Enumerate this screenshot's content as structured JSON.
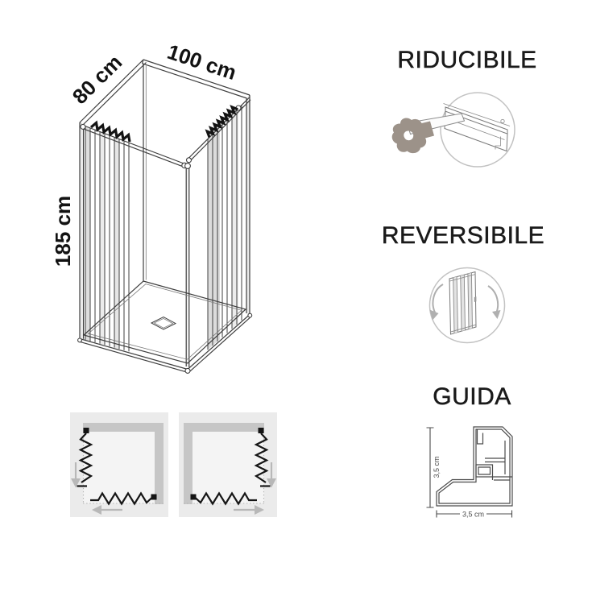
{
  "drawing": {
    "width_label": "100 cm",
    "depth_label": "80 cm",
    "height_label": "185 cm"
  },
  "features": [
    {
      "label": "RIDUCIBILE",
      "icon": "handsaw-cutting-profile-icon"
    },
    {
      "label": "REVERSIBILE",
      "icon": "reversible-folding-door-icon"
    },
    {
      "label": "GUIDA",
      "icon": "floor-guide-profile-section"
    }
  ],
  "guide_section": {
    "height_label": "3,5 cm",
    "width_label": "3,5 cm"
  },
  "config_diagrams": [
    {
      "name": "corner-entry-opening-left",
      "wall_sides": [
        "top",
        "right"
      ],
      "door_sides": [
        "left",
        "bottom"
      ],
      "arrow_directions": [
        "down",
        "left"
      ]
    },
    {
      "name": "corner-entry-opening-right",
      "wall_sides": [
        "top",
        "left"
      ],
      "door_sides": [
        "right",
        "bottom"
      ],
      "arrow_directions": [
        "down",
        "right"
      ]
    }
  ],
  "colors": {
    "line": "#3f3f3f",
    "heading_text": "#1a1a1a",
    "wall_gray": "#c6c6c6",
    "diagram_bg": "#ebebeb",
    "diagram_floor": "#f4f4f4",
    "arrow_gray": "#b8b8b8",
    "saw_handle": "#9c9289",
    "icon_circle": "#c2c2c2"
  }
}
